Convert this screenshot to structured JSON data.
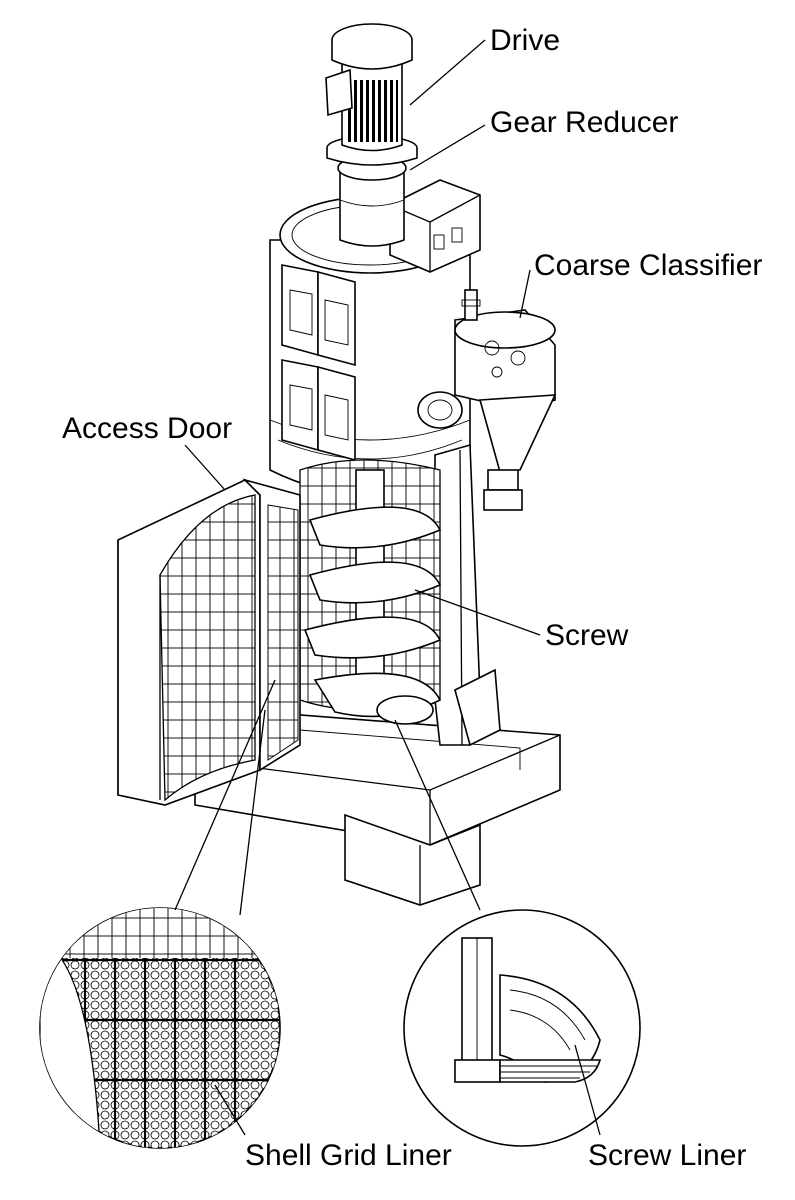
{
  "labels": {
    "drive": "Drive",
    "gear_reducer": "Gear Reducer",
    "coarse_classifier": "Coarse Classifier",
    "access_door": "Access Door",
    "screw": "Screw",
    "shell_grid_liner": "Shell Grid Liner",
    "screw_liner": "Screw Liner"
  },
  "colors": {
    "ink": "#000000",
    "paper": "#ffffff"
  }
}
